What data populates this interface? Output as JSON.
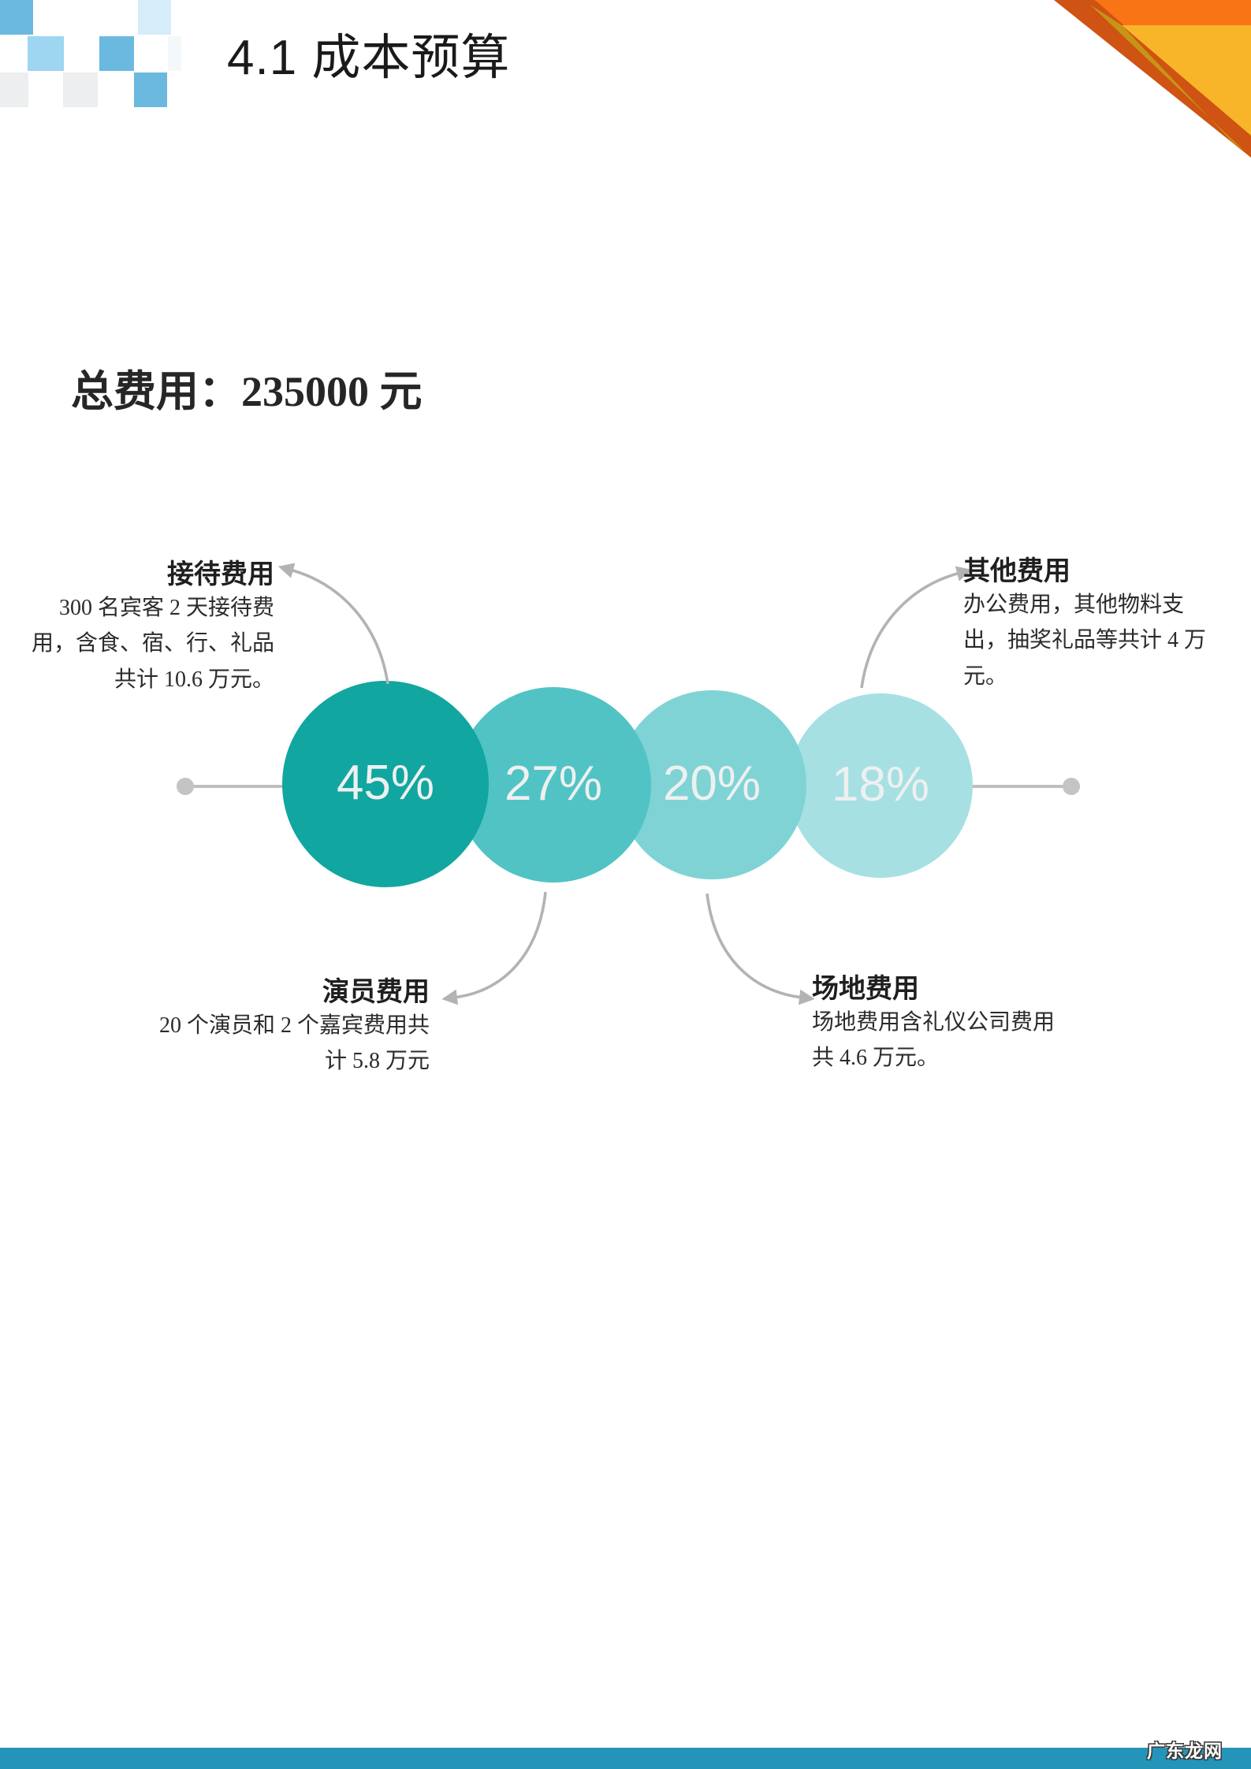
{
  "slide": {
    "title": "4.1  成本预算",
    "total_cost_label": "总费用：235000 元"
  },
  "footer": {
    "bar_color": "#2495b9",
    "watermark": "广东龙网"
  },
  "decoration": {
    "checker_colors": [
      "#6cb9e0",
      "#9ed5f0",
      "#d6ecf9",
      "#eceef0",
      "#f4f8fb"
    ],
    "corner_colors": {
      "orange": "#f97414",
      "dark_orange": "#cf5312",
      "amber": "#f8b52a",
      "dark_amber": "#c79516"
    },
    "arrow_color": "#b3b3b3",
    "stem_color": "#bfbfbf",
    "stem_dot_color": "#c4c4c4"
  },
  "chart_data": {
    "type": "pie",
    "title": "成本预算",
    "total": "235000 元",
    "labels": [
      "接待费用",
      "演员费用",
      "场地费用",
      "其他费用"
    ],
    "values": [
      45,
      27,
      20,
      18
    ],
    "value_labels": [
      "45%",
      "27%",
      "20%",
      "18%"
    ],
    "colors": [
      "#11a6a0",
      "#51c3c4",
      "#7fd3d5",
      "#a6e0e2"
    ],
    "amounts_wan": [
      10.6,
      5.8,
      4.6,
      4.0
    ],
    "legend_position": "callouts",
    "grid": false
  },
  "callouts": [
    {
      "id": "reception",
      "title": "接待费用",
      "body": "300 名宾客 2 天接待费用，含食、宿、行、礼品共计 10.6 万元。",
      "percent": "45%"
    },
    {
      "id": "other",
      "title": "其他费用",
      "body": "办公费用，其他物料支出，抽奖礼品等共计 4 万元。",
      "percent": "18%"
    },
    {
      "id": "actors",
      "title": "演员费用",
      "body": "20 个演员和 2 个嘉宾费用共计 5.8 万元",
      "percent": "27%"
    },
    {
      "id": "venue",
      "title": "场地费用",
      "body": "场地费用含礼仪公司费用共 4.6 万元。",
      "percent": "20%"
    }
  ]
}
